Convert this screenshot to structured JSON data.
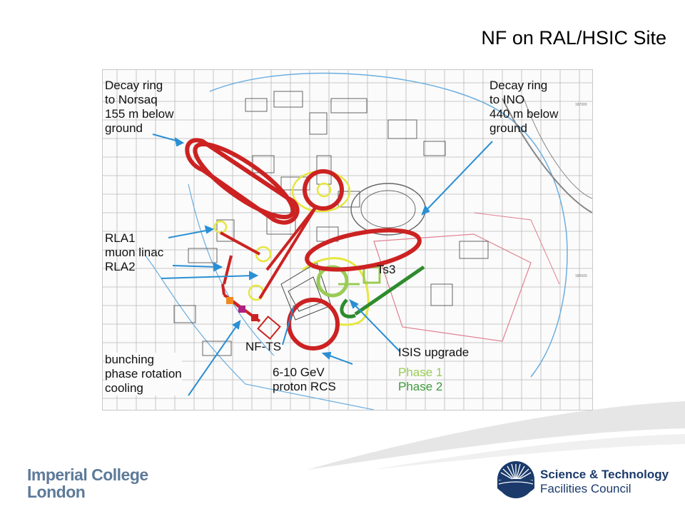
{
  "title": "NF on RAL/HSIC Site",
  "labels": {
    "decay_ring_norsaq": [
      "Decay ring",
      "to Norsaq",
      "155 m below",
      "ground"
    ],
    "decay_ring_ino": [
      "Decay ring",
      "to INO",
      "440 m below",
      "ground"
    ],
    "rla1": "RLA1",
    "muon_linac": "muon linac",
    "rla2": "RLA2",
    "ts3": "Ts3",
    "isis_upgrade": "ISIS upgrade",
    "phase1": "Phase 1",
    "phase2": "Phase 2",
    "nf_ts": "NF-TS",
    "proton_rcs": [
      "6-10 GeV",
      "proton RCS"
    ],
    "bunching": [
      "bunching",
      "phase rotation",
      "cooling"
    ]
  },
  "logos": {
    "imperial": [
      "Imperial College",
      "London"
    ],
    "stfc": [
      "Science & Technology",
      "Facilities Council"
    ]
  },
  "colors": {
    "ring": "#cc2222",
    "phase1": "#99cc55",
    "phase2": "#2e8b2e",
    "rla": "#e6e640",
    "arrow": "#2a8fd4",
    "imperial": "#5d7a99",
    "stfc": "#1b3a6b"
  }
}
